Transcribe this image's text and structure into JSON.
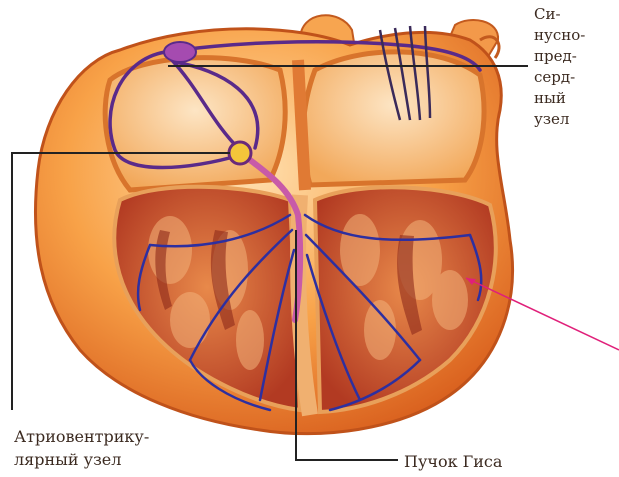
{
  "labels": {
    "sinoatrial_node": [
      "Си-",
      "нусно-",
      "пред-",
      "серд-",
      "ный",
      "узел"
    ],
    "atrioventricular_node": [
      "Атриовентрику-",
      "лярный узел"
    ],
    "bundle_of_his": "Пучок Гиса"
  },
  "colors": {
    "background": "#ffffff",
    "outer_heart": "#f59a3a",
    "outer_heart_highlight": "#ffd6a0",
    "myocardium": "#e8752c",
    "chamber": "#f7c48d",
    "muscle": "#c2432c",
    "conduction_purple": "#5a2a8a",
    "conduction_blue": "#2d2fa0",
    "node_purple": "#a54bb0",
    "node_yellow": "#f4c53a",
    "bundle_pink": "#c85aa8",
    "pointer_magenta": "#e0207a",
    "leader_line": "#222222",
    "label_text": "#3b2a20"
  }
}
